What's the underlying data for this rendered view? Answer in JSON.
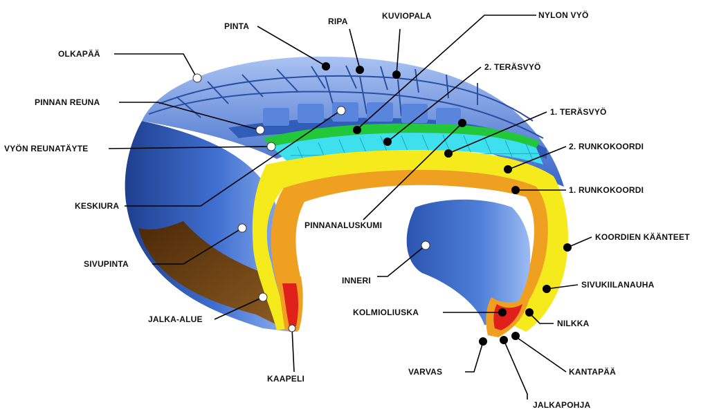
{
  "labels": {
    "pinta": "PINTA",
    "ripa": "RIPA",
    "kuviopala": "KUVIOPALA",
    "nylon_vyo": "NYLON VYÖ",
    "olkapaa": "OLKAPÄÄ",
    "terasvyo_2": "2. TERÄSVYÖ",
    "pinnan_reuna": "PINNAN REUNA",
    "terasvyo_1": "1. TERÄSVYÖ",
    "vyon_reunatayte": "VYÖN REUNATÄYTE",
    "runkokoordi_2": "2. RUNKOKOORDI",
    "runkokoordi_1": "1. RUNKOKOORDI",
    "keskiura": "KESKIURA",
    "pinnanaluskumi": "PINNANALUSKUMI",
    "koordien_kaanteet": "KOORDIEN KÄÄNTEET",
    "sivupinta": "SIVUPINTA",
    "inneri": "INNERI",
    "sivukiilanauha": "SIVUKIILANAUHA",
    "jalka_alue": "JALKA-ALUE",
    "kolmioliuska": "KOLMIOLIUSKA",
    "nilkka": "NILKKA",
    "varvas": "VARVAS",
    "kantapaa": "KANTAPÄÄ",
    "kaapeli": "KAAPELI",
    "jalkapohja": "JALKAPOHJA"
  },
  "colors": {
    "tread_blue": "#3f6fd0",
    "tread_light": "#9bb8f0",
    "sidewall_blue": "#2f5db8",
    "inner_brown": "#6b3b10",
    "nylon_green": "#22c83a",
    "steel_cyan": "#3fe0ee",
    "carcass_yellow": "#f5ea1c",
    "carcass_orange": "#f0a020",
    "bead_red": "#e0201a"
  }
}
